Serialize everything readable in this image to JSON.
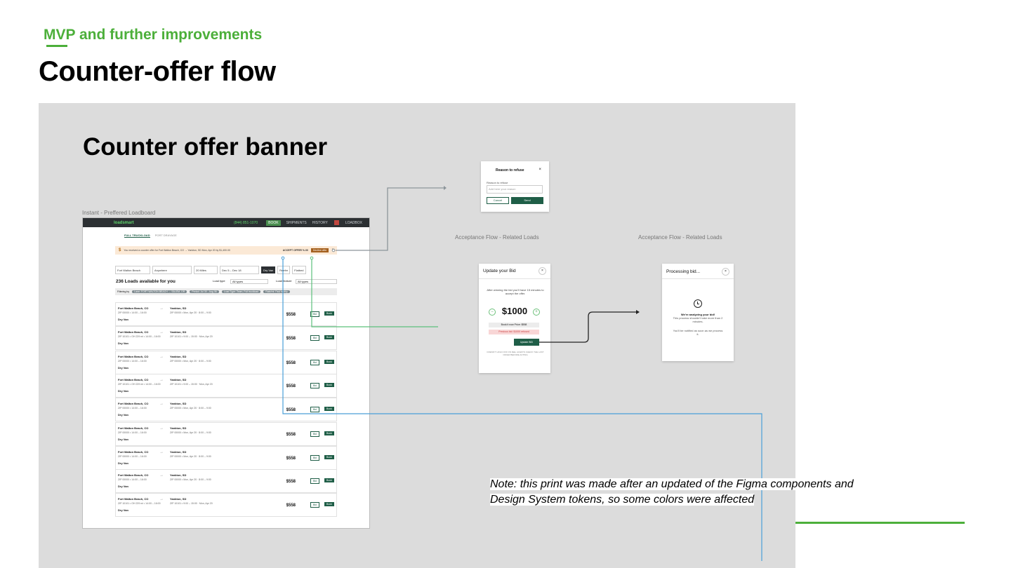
{
  "header": {
    "eyebrow": "MVP and further improvements",
    "title": "Counter-offer flow"
  },
  "canvas": {
    "title": "Counter offer banner",
    "loadboard_caption": "Instant - Preffered Loadboard",
    "acceptance_caption_1": "Acceptance Flow - Related Loads",
    "acceptance_caption_2": "Acceptance Flow - Related Loads"
  },
  "loadboard": {
    "logo": "loadsmart",
    "phone": "(844) 851-1070",
    "nav": [
      "BOOK",
      "SHIPMENTS",
      "HISTORY"
    ],
    "account": "LOADBOX",
    "tabs": [
      "FULL TRUCKLOAD",
      "PORT DRAYAGE"
    ],
    "banner": {
      "message": "You received a counter offer for Fort Walton Beach, CO → Yankton, SD Mon, Apr 20 by $1,400.00",
      "accept": "ACCEPT OFFER %.00",
      "decline": "Decline offer"
    },
    "search": {
      "origin": "Fort Walton Beach",
      "destination": "Anywhere",
      "radius": "20 Miles",
      "dates": "Dec 5 – Dec 18",
      "equipment": "Dry Van",
      "reefer": "Reefer",
      "flatbed": "Flatbed"
    },
    "count": "236 Loads available for you",
    "load_type_label": "Load type",
    "load_type_value": "All types",
    "load_feature_label": "Load feature",
    "load_feature_value": "All types",
    "filtering_by": "Filtering by",
    "chips": [
      "Lane: FORT WALTON BEACH → SALEM, OR",
      "Period: Jul 30 - Aug 06",
      "Load Type: Team, Full truckload",
      "Rate/mi: Fast facility"
    ],
    "rows": [
      {
        "origin": "Fort Walton Beach, CO",
        "sub": "ZIP 00000 • 14:00 – 16:00",
        "dest": "Yankton, SD",
        "dsub": "ZIP 00000 • Mon, Apr 20 · 8:00 – 9:00",
        "equip": "Dry Van",
        "price": "$558",
        "bid": "Bid",
        "book": "Book"
      },
      {
        "origin": "Fort Walton Beach, CO",
        "sub": "ZIP 10101 • OH 229 mi • 14:00 – 16:00",
        "dest": "Yankton, SD",
        "dsub": "ZIP 10101 • 9:00 – 15:00 · Mon, Apr 20",
        "equip": "Dry Van",
        "price": "$558",
        "bid": "Bid",
        "book": "Book"
      },
      {
        "origin": "Fort Walton Beach, CO",
        "sub": "ZIP 00000 • 14:00 – 16:00",
        "dest": "Yankton, SD",
        "dsub": "ZIP 00000 • Mon, Apr 20 · 8:00 – 9:00",
        "equip": "Dry Van",
        "price": "$558",
        "bid": "Bid",
        "book": "Book"
      },
      {
        "origin": "Fort Walton Beach, CO",
        "sub": "ZIP 10101 • OH 229 mi • 14:00 – 16:00",
        "dest": "Yankton, SD",
        "dsub": "ZIP 10101 • 9:00 – 15:00 · Mon, Apr 20",
        "equip": "Dry Van",
        "price": "$558",
        "bid": "Bid",
        "book": "Book"
      },
      {
        "origin": "Fort Walton Beach, CO",
        "sub": "ZIP 00000 • 14:00 – 16:00",
        "dest": "Yankton, SD",
        "dsub": "ZIP 00000 • Mon, Apr 20 · 8:00 – 9:00",
        "equip": "Dry Van",
        "price": "$558",
        "bid": "Bid",
        "book": "Book"
      },
      {
        "origin": "Fort Walton Beach, CO",
        "sub": "ZIP 00000 • 14:00 – 16:00",
        "dest": "Yankton, SD",
        "dsub": "ZIP 00000 • Mon, Apr 20 · 8:00 – 9:00",
        "equip": "Dry Van",
        "price": "$558",
        "bid": "Bid",
        "book": "Book"
      },
      {
        "origin": "Fort Walton Beach, CO",
        "sub": "ZIP 00000 • 14:00 – 16:00",
        "dest": "Yankton, SD",
        "dsub": "ZIP 00000 • Mon, Apr 20 · 8:00 – 9:00",
        "equip": "Dry Van",
        "price": "$558",
        "bid": "Bid",
        "book": "Book"
      },
      {
        "origin": "Fort Walton Beach, CO",
        "sub": "ZIP 00000 • 14:00 – 16:00",
        "dest": "Yankton, SD",
        "dsub": "ZIP 00000 • Mon, Apr 20 · 8:00 – 9:00",
        "equip": "Dry Van",
        "price": "$558",
        "bid": "Bid",
        "book": "Book"
      },
      {
        "origin": "Fort Walton Beach, CO",
        "sub": "ZIP 10101 • OH 229 mi • 14:00 – 16:00",
        "dest": "Yankton, SD",
        "dsub": "ZIP 10101 • 9:00 – 15:00 · Mon, Apr 20",
        "equip": "Dry Van",
        "price": "$558",
        "bid": "Bid",
        "book": "Book"
      }
    ]
  },
  "refuse_modal": {
    "title": "Reason to refuse",
    "label": "Reason to refuse",
    "placeholder": "Add here your reason",
    "cancel": "Cancel",
    "send": "Send"
  },
  "update_bid": {
    "title": "Update your Bid",
    "instructions": "After winning the bid you'll have 15 minutes to accept the offer.",
    "amount": "$1000",
    "book_it": "Book it now Price: $558",
    "previous_bid": "Previous bid: $1000 refused",
    "button": "Update BID",
    "footer": "DOESN'T HOLD OFF ON FEE, ALWAYS CHECK THE LAST OFFER BEFORE ACTING"
  },
  "processing": {
    "title": "Processing bid...",
    "heading": "We're analyzing your bid!",
    "desc": "This process shouldn't take more than 2 minutes.",
    "desc2": "You'll be notified as soon as we process it."
  },
  "note": "Note: this print was made after an updated of the Figma components and Design System tokens, so some colors were affected",
  "colors": {
    "brand_green": "#4caf3a",
    "action_green": "#1f5e47",
    "connector_blue": "#4a9fd8"
  }
}
